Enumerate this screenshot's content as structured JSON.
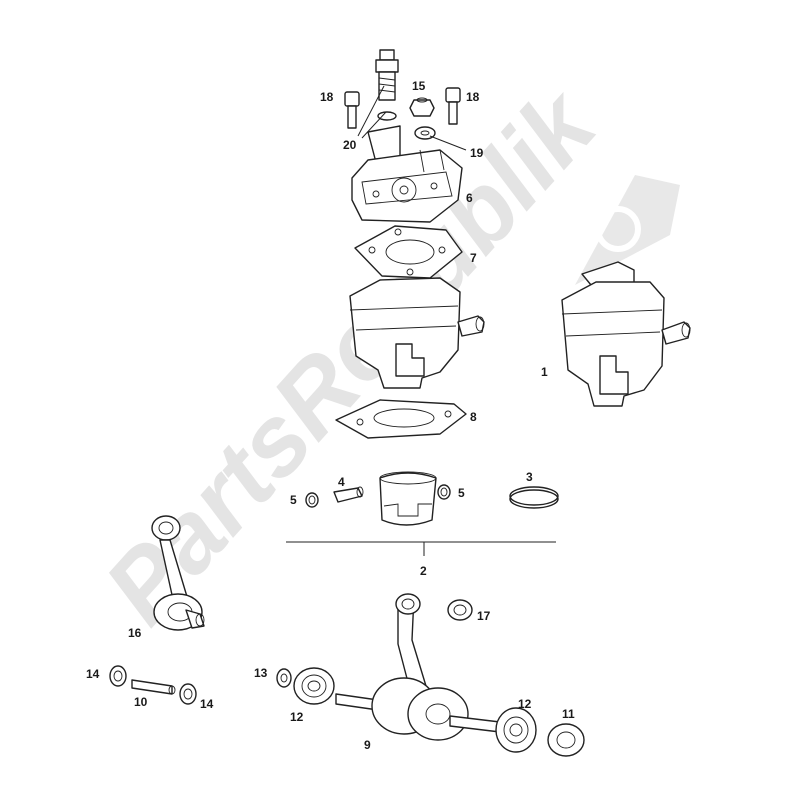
{
  "watermark": {
    "text": "PartsRepublik"
  },
  "labels": {
    "l1": "1",
    "l2": "2",
    "l3": "3",
    "l4": "4",
    "l5a": "5",
    "l5b": "5",
    "l6": "6",
    "l7": "7",
    "l8": "8",
    "l9": "9",
    "l10": "10",
    "l11": "11",
    "l12a": "12",
    "l12b": "12",
    "l13": "13",
    "l14a": "14",
    "l14b": "14",
    "l15": "15",
    "l16": "16",
    "l17": "17",
    "l18a": "18",
    "l18b": "18",
    "l19": "19",
    "l20": "20"
  },
  "icons": {
    "watermark_gear": "gear-icon"
  },
  "colors": {
    "line": "#222222",
    "watermark": "#e4e4e4",
    "background": "#ffffff"
  }
}
